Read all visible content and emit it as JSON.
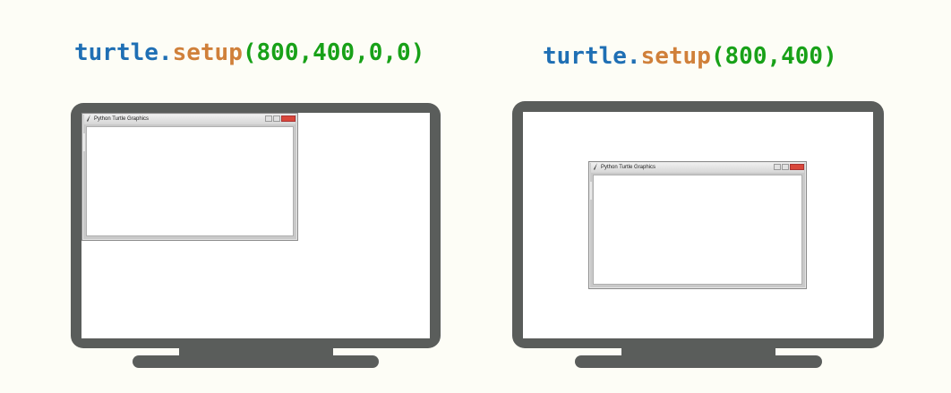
{
  "left_panel": {
    "code": {
      "module": "turtle",
      "dot": ".",
      "function": "setup",
      "open_paren": "(",
      "args": "800,400,0,0",
      "close_paren": ")"
    },
    "window_title": "Python Turtle Graphics"
  },
  "right_panel": {
    "code": {
      "module": "turtle",
      "dot": ".",
      "function": "setup",
      "open_paren": "(",
      "args": "800,400",
      "close_paren": ")"
    },
    "window_title": "Python Turtle Graphics"
  },
  "colors": {
    "module": "#1f6fb4",
    "function": "#d0803a",
    "args": "#18a118",
    "monitor": "#5a5d5b",
    "background": "#fdfdf6"
  },
  "icons": [
    "turtle-feather-icon",
    "minimize-icon",
    "maximize-icon",
    "close-icon"
  ]
}
